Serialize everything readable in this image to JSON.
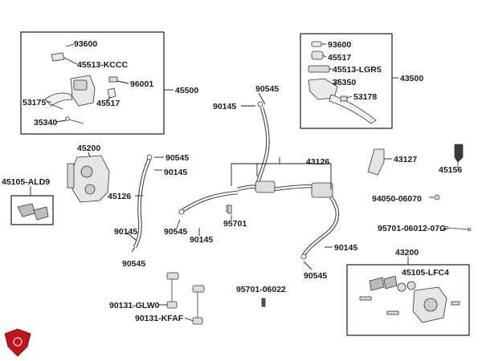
{
  "parts": {
    "p93600a": "93600",
    "p45513kccc": "45513-KCCC",
    "p96001": "96001",
    "p53175": "53175",
    "p45517a": "45517",
    "p35340": "35340",
    "p45500": "45500",
    "p93600b": "93600",
    "p45517b": "45517",
    "p45513lgr5": "45513-LGR5",
    "p43500": "43500",
    "p35350": "35350",
    "p53178": "53178",
    "p90545a": "90545",
    "p90145a": "90145",
    "p45200": "45200",
    "p45105ald9": "45105-ALD9",
    "p90545b": "90545",
    "p90145b": "90145",
    "p45126a": "45126",
    "p43126": "43126",
    "p43127": "43127",
    "p45156": "45156",
    "p9405006070": "94050-06070",
    "p95701": "95701",
    "p90545c": "90545",
    "p90145c": "90145",
    "p9570106012": "95701-06012-07G",
    "p90145d": "90145",
    "p90545d": "90545",
    "p90145e": "90145",
    "p90545e": "90545",
    "p43200": "43200",
    "p45105lfc4": "45105-LFC4",
    "p9570106022": "95701-06022",
    "p90131glw0": "90131-GLW0",
    "p90131kfaf": "90131-KFAF"
  },
  "colors": {
    "line": "#1a1a1a",
    "logo": "#c0141c"
  },
  "icons": {
    "brand_logo": "shield-logo-icon"
  }
}
